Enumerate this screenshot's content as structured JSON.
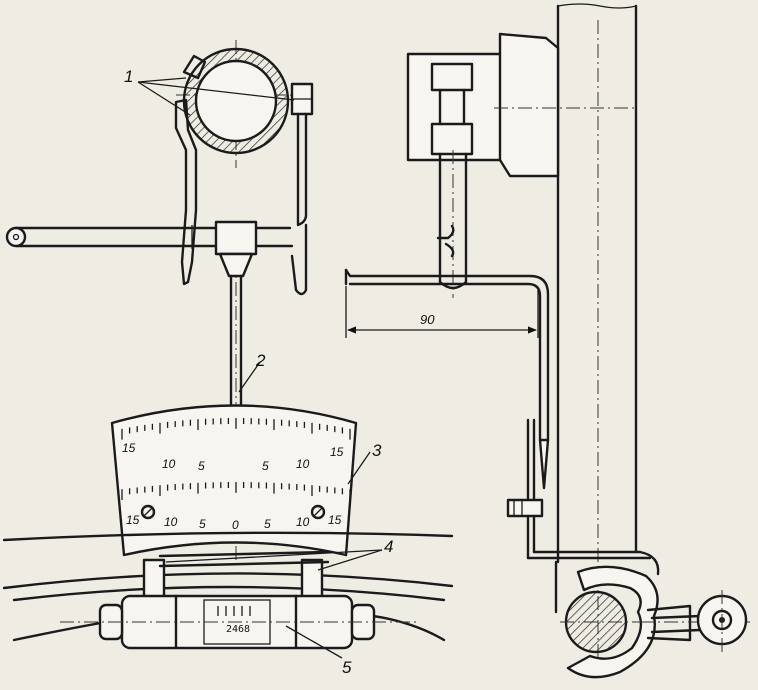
{
  "labels": {
    "l1": "1",
    "l2": "2",
    "l3": "3",
    "l4": "4",
    "l5": "5"
  },
  "dimension": "90",
  "serial": "2468",
  "scale_top": [
    "15",
    "10",
    "5",
    "5",
    "10",
    "15"
  ],
  "scale_bottom": [
    "15",
    "10",
    "5",
    "0",
    "5",
    "10",
    "15"
  ]
}
